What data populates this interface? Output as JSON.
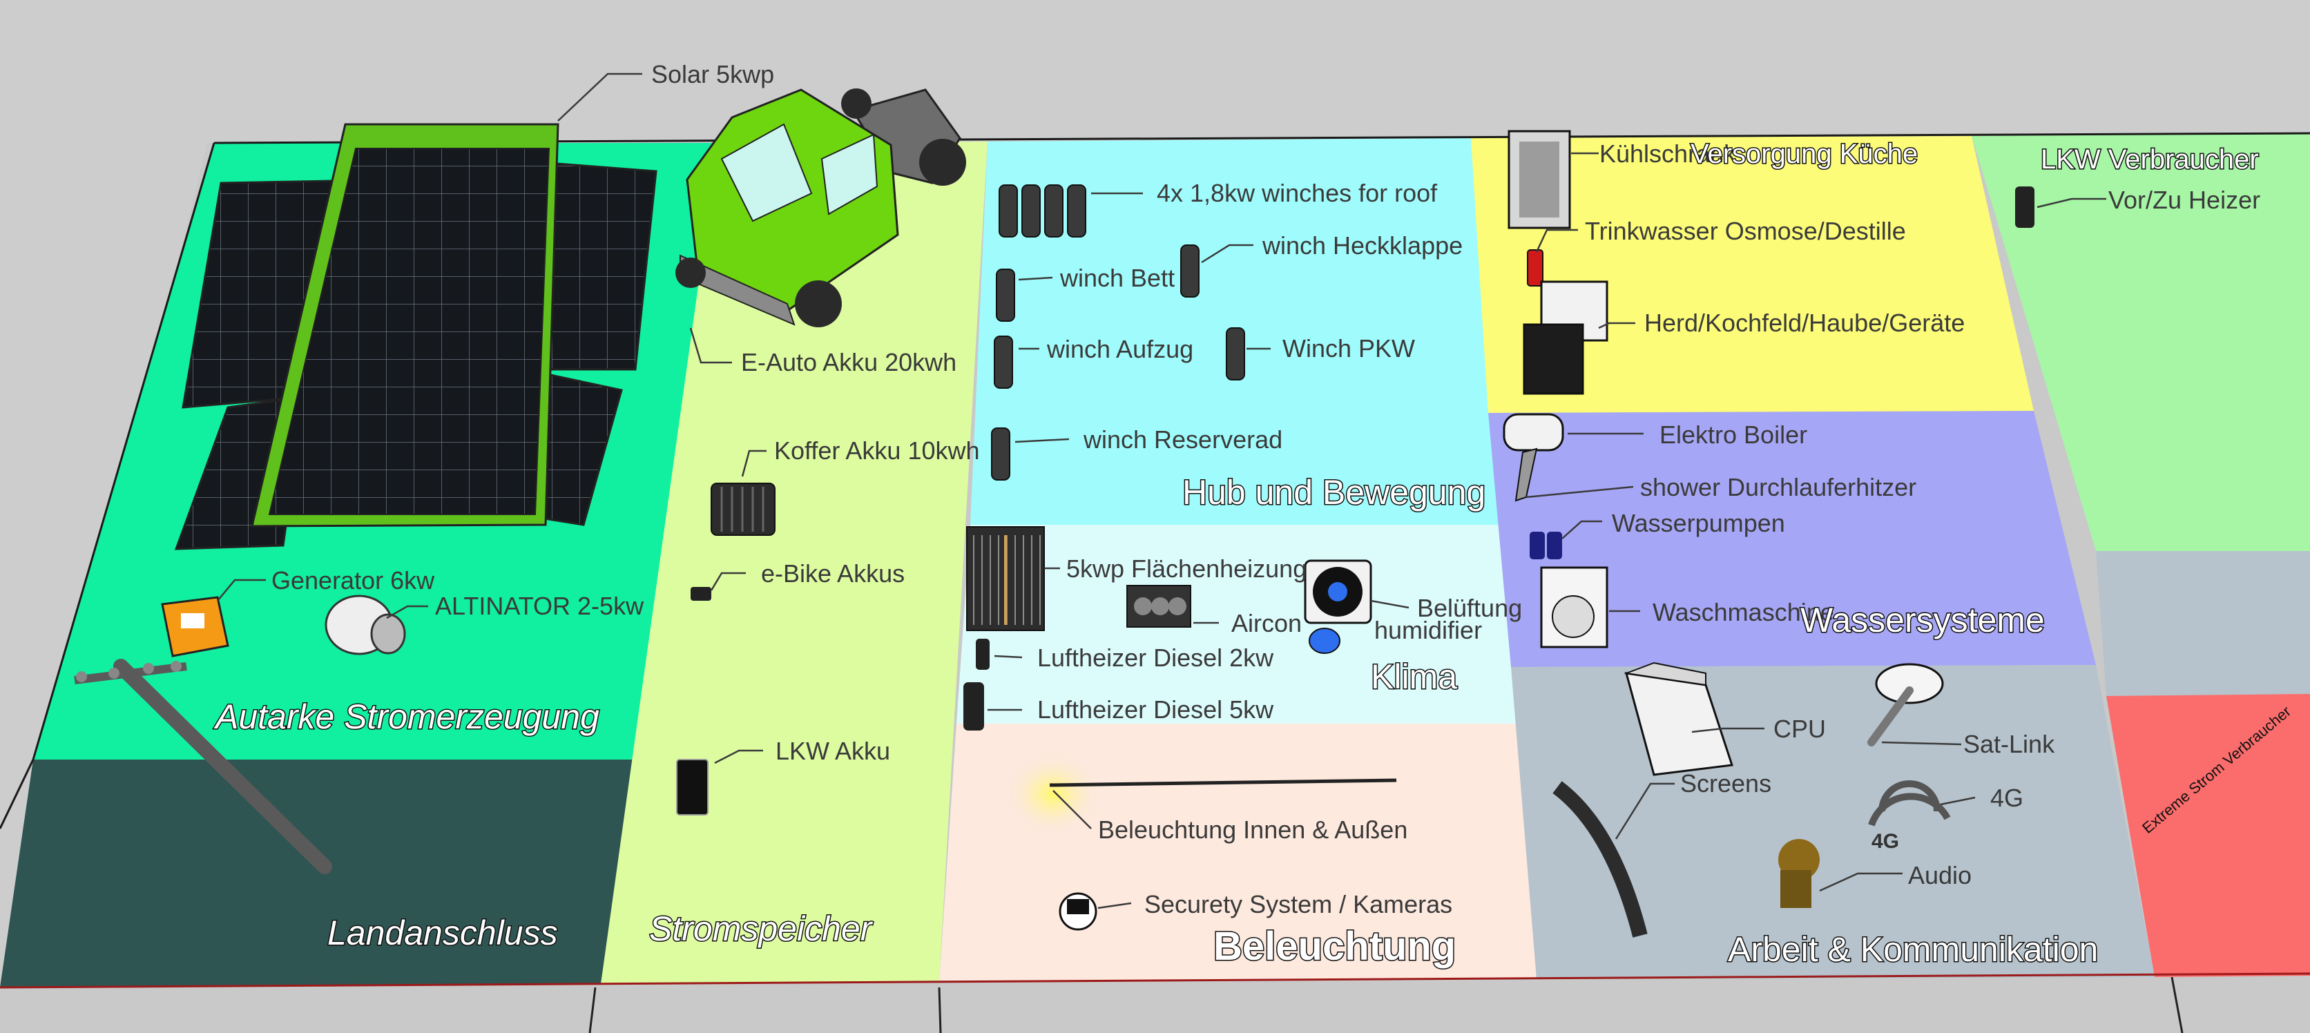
{
  "colors": {
    "background": "#cdcdcd",
    "autarke": "#10f0a0",
    "landanschluss": "#2f5552",
    "stromspeicher": "#ddfca0",
    "hub": "#a0fcfc",
    "klima": "#dcfcfc",
    "beleuchtung": "#fde9de",
    "kueche": "#fcfc78",
    "wasser": "#a6a6f6",
    "arbeit": "#b6c3cc",
    "lkw_verbraucher": "#a6f6a6",
    "extreme": "#fb6c6c",
    "truck_green": "#6ed60e"
  },
  "zones": {
    "autarke": "Autarke Stromerzeugung",
    "landanschluss": "Landanschluss",
    "stromspeicher": "Stromspeicher",
    "hub": "Hub und Bewegung",
    "klima": "Klima",
    "beleuchtung": "Beleuchtung",
    "kueche": "Versorgung Küche",
    "wasser": "Wassersysteme",
    "arbeit": "Arbeit & Kommunikation",
    "lkw_verbraucher": "LKW Verbraucher",
    "extreme": "Extreme Strom Verbraucher"
  },
  "items": {
    "solar": "Solar 5kwp",
    "eauto": "E-Auto Akku 20kwh",
    "koffer": "Koffer Akku 10kwh",
    "ebike": "e-Bike Akkus",
    "lkwakku": "LKW Akku",
    "generator": "Generator 6kw",
    "altinator": "ALTINATOR 2-5kw",
    "winches": "4x 1,8kw winches for roof",
    "winch_bett": "winch Bett",
    "winch_heck": "winch Heckklappe",
    "winch_aufzug": "winch Aufzug",
    "winch_pkw": "Winch PKW",
    "winch_reserve": "winch Reserverad",
    "flaechen": "5kwp Flächenheizung",
    "aircon": "Aircon",
    "belueftung": "Belüftung",
    "humidifier": "humidifier",
    "luft2": "Luftheizer Diesel 2kw",
    "luft5": "Luftheizer Diesel 5kw",
    "beleuchtung_item": "Beleuchtung Innen & Außen",
    "security": "Securety System / Kameras",
    "kuehl": "Kühlschrank",
    "trinkwasser": "Trinkwasser Osmose/Destille",
    "herd": "Herd/Kochfeld/Haube/Geräte",
    "boiler": "Elektro Boiler",
    "shower": "shower Durchlauferhitzer",
    "pumpen": "Wasserpumpen",
    "wasch": "Waschmaschine",
    "cpu": "CPU",
    "satlink": "Sat-Link",
    "screens": "Screens",
    "g4": "4G",
    "audio": "Audio",
    "vorzu": "Vor/Zu Heizer"
  }
}
